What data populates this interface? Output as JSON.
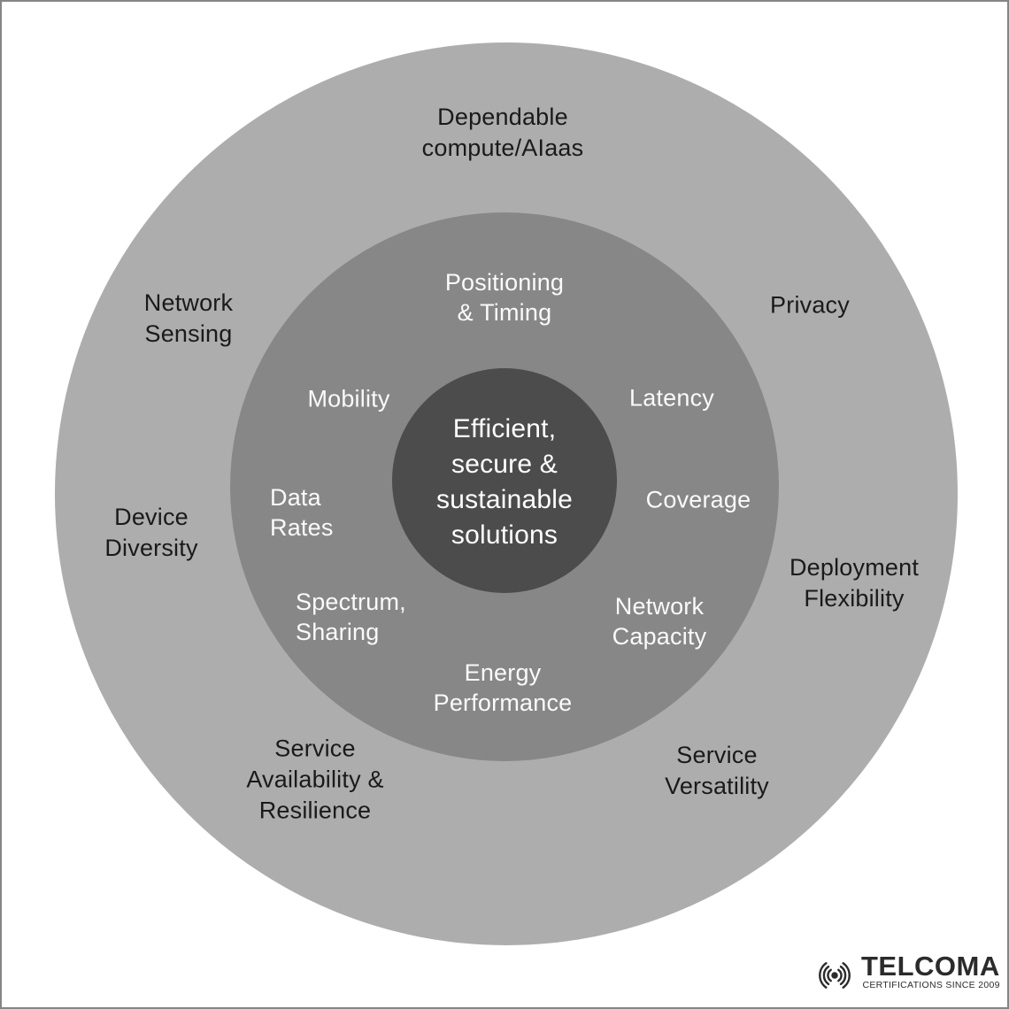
{
  "colors": {
    "outer_ring": "#adadad",
    "middle_ring": "#878787",
    "center_circle": "#4c4c4c",
    "dark_text": "#1a1a1a",
    "light_text": "#fafafa",
    "page_border": "#858585"
  },
  "outer_ring": {
    "items": [
      {
        "label": "Dependable\ncompute/AIaas"
      },
      {
        "label": "Network\nSensing"
      },
      {
        "label": "Privacy"
      },
      {
        "label": "Device\nDiversity"
      },
      {
        "label": "Deployment\nFlexibility"
      },
      {
        "label": "Service\nAvailability &\nResilience"
      },
      {
        "label": "Service\nVersatility"
      }
    ]
  },
  "middle_ring": {
    "items": [
      {
        "label": "Positioning\n& Timing"
      },
      {
        "label": "Mobility"
      },
      {
        "label": "Latency"
      },
      {
        "label": "Data\nRates"
      },
      {
        "label": "Coverage"
      },
      {
        "label": "Spectrum,\nSharing"
      },
      {
        "label": "Network\nCapacity"
      },
      {
        "label": "Energy\nPerformance"
      }
    ]
  },
  "center": {
    "label": "Efficient,\nsecure &\nsustainable\nsolutions"
  },
  "logo": {
    "name": "TELCOMA",
    "tagline": "CERTIFICATIONS SINCE 2009",
    "icon": "signal-waves-icon"
  }
}
